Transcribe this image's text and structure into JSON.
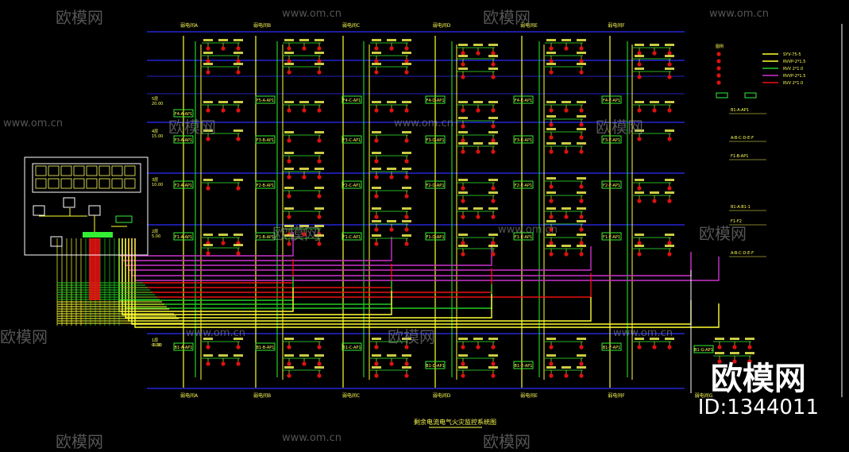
{
  "colors": {
    "background": "#000000",
    "floor_line": "#2d2dff",
    "riser_yellow": "#ffff33",
    "riser_green": "#22cc22",
    "cable_magenta": "#cc33cc",
    "cable_red": "#ee1111",
    "device_red": "#dd1111",
    "label_text": "#ffff55",
    "panel_green": "#33ee33",
    "watermark": "#9a9a9a",
    "brand": "#ffffff"
  },
  "watermark": {
    "brand_text": "欧模网",
    "url_text": "www.om.cn"
  },
  "brand": {
    "name": "欧模网",
    "id": "ID:1344011"
  },
  "top_labels": [
    "弱电间A",
    "弱电间B",
    "弱电间C",
    "弱电间D",
    "弱电间E",
    "弱电间F"
  ],
  "bottom_labels": [
    "弱电间A",
    "弱电间B",
    "弱电间C",
    "弱电间D",
    "弱电间E",
    "弱电间F",
    "弱电间G"
  ],
  "floor_labels": [
    "5层 20.00",
    "4层 15.00",
    "3层 10.00",
    "2层 5.00",
    "1层 0.00",
    "B1层 -5.00"
  ],
  "panel_labels": [
    "F5-A-AP1",
    "F4-A-AP1",
    "F3-A-AP1",
    "F2-A-AP1",
    "F1-A-AP1",
    "B1-A-AP1",
    "F3-B-AP1",
    "F2-B-AP1",
    "F1-B-AP1",
    "B1-B-AP1",
    "F4-C-AP1",
    "F3-C-AP1",
    "F2-C-AP1",
    "F1-C-AP1",
    "B1-C-AP1",
    "F4-D-AP1",
    "F3-D-AP1",
    "F2-D-AP1",
    "F1-D-AP1",
    "B1-D-AP1",
    "F4-E-AP1",
    "F3-E-AP1",
    "F2-E-AP1",
    "F1-E-AP1",
    "B1-E-AP1",
    "F4-F-AP1",
    "F3-F-AP1",
    "F2-F-AP1",
    "F1-F-AP1",
    "B1-F-AP1",
    "B1-G-AP1"
  ],
  "drawing_title": "剩余电流电气火灾监控系统图",
  "legend": {
    "title": "图例",
    "items": [
      "SYV-75-5",
      "RVVP-2*1.5",
      "RVV 2*1.0",
      "RVVP-2*1.5",
      "RVV 2*1.0"
    ],
    "notes": [
      "B1-A-AP1",
      "A-B-C-D-E-F",
      "F1-B-AP1",
      "B1-A-B1-1",
      "F1-F2",
      "A-B-C-D-E-F"
    ]
  }
}
